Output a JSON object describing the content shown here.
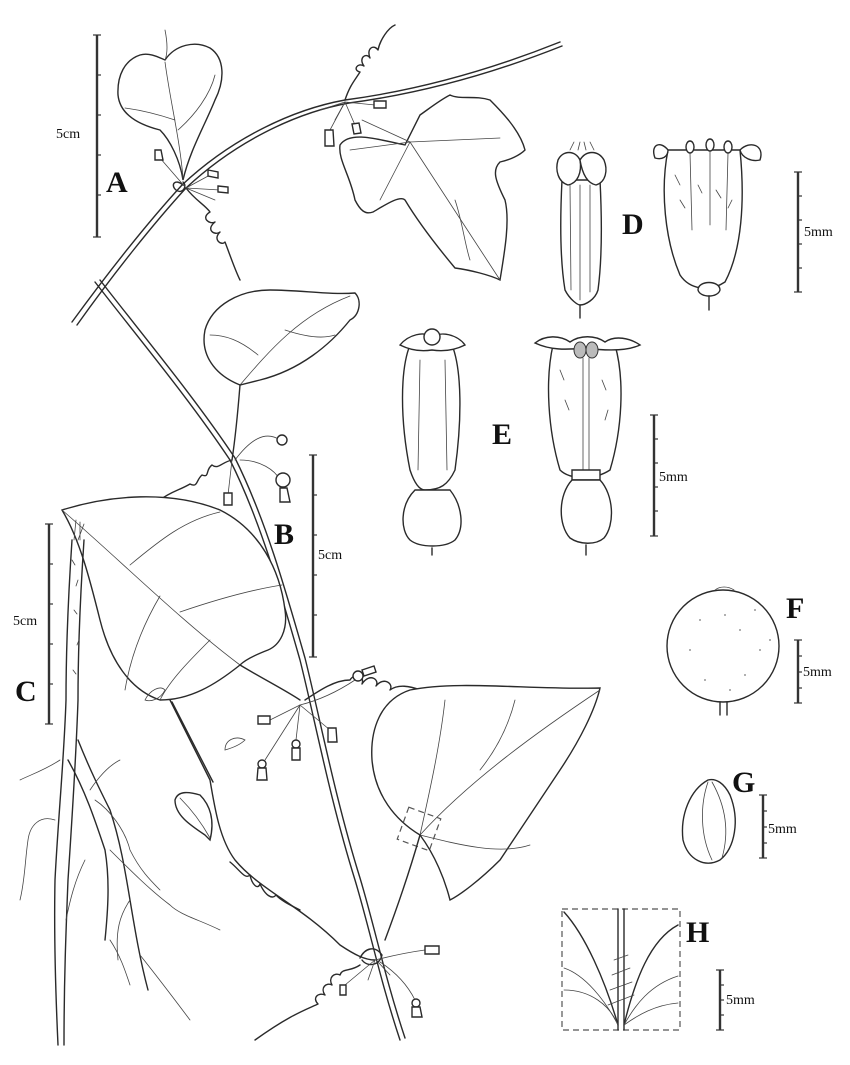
{
  "figure": {
    "background": "#ffffff",
    "line_color": "#2a2a2a",
    "panels": [
      {
        "id": "A",
        "label": "A",
        "description": "flowering branch with palmately lobed leaf and tendrils",
        "scale": "5cm"
      },
      {
        "id": "B",
        "label": "B",
        "description": "flowering and fruiting branch with cordate leaves",
        "scale": "5cm"
      },
      {
        "id": "C",
        "label": "C",
        "description": "root system",
        "scale": "5cm"
      },
      {
        "id": "D",
        "label": "D",
        "description": "male flower, outside view and opened corolla",
        "scale": "5mm"
      },
      {
        "id": "E",
        "label": "E",
        "description": "female flower, outside view and opened corolla",
        "scale": "5mm"
      },
      {
        "id": "F",
        "label": "F",
        "description": "fruit",
        "scale": "5mm"
      },
      {
        "id": "G",
        "label": "G",
        "description": "seed",
        "scale": "5mm"
      },
      {
        "id": "H",
        "label": "H",
        "description": "leaf base detail (dashed box)",
        "scale": "5mm"
      }
    ]
  }
}
